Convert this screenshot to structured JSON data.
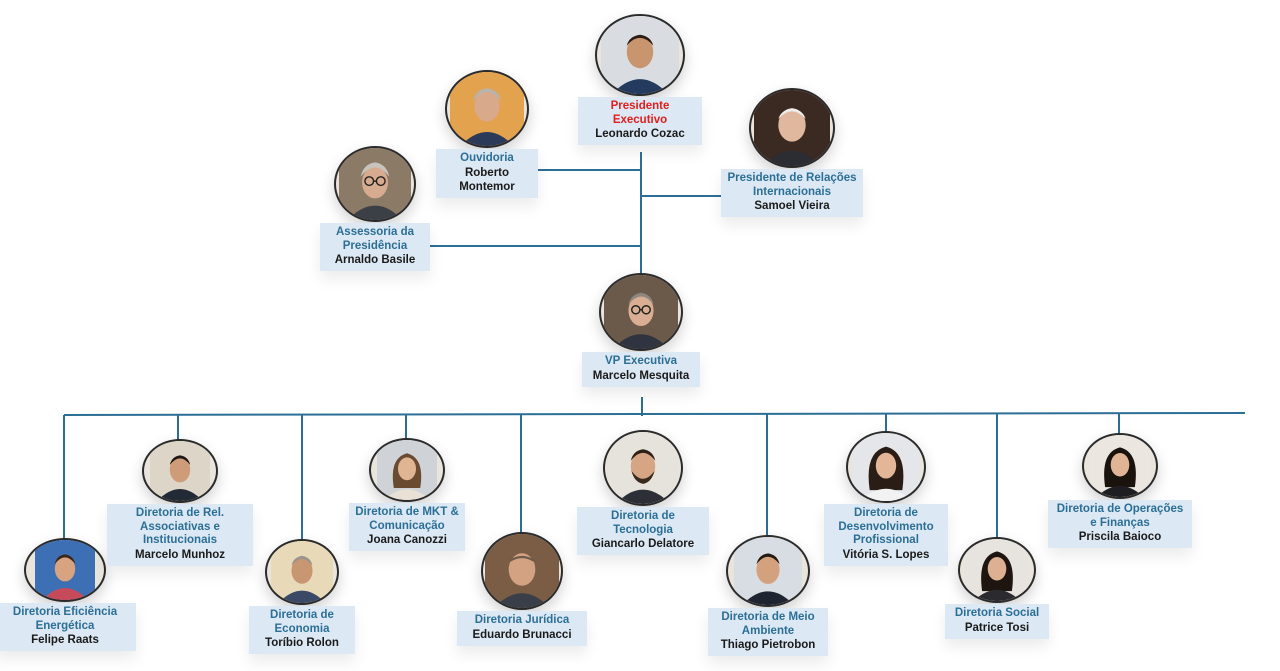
{
  "people": {
    "presidente": {
      "role": "Presidente Executivo",
      "name": "Leonardo Cozac",
      "photo": "portrait-man-dark-hair"
    },
    "ouvidoria": {
      "role": "Ouvidoria",
      "name": "Roberto Montemor",
      "photo": "portrait-man-gray-hair"
    },
    "relacoes": {
      "role": "Presidente de Relações Internacionais",
      "name": "Samoel Vieira",
      "photo": "portrait-man-white-hair"
    },
    "assessoria": {
      "role": "Assessoria da Presidência",
      "name": "Arnaldo Basile",
      "photo": "portrait-man-glasses"
    },
    "vp": {
      "role": "VP  Executiva",
      "name": "Marcelo Mesquita",
      "photo": "portrait-man-glasses"
    },
    "eficiencia": {
      "role": "Diretoria Eficiência Energética",
      "name": "Felipe Raats",
      "photo": "portrait-young-man"
    },
    "rel_assoc": {
      "role": "Diretoria de Rel. Associativas e Institucionais",
      "name": "Marcelo Munhoz",
      "photo": "portrait-man-dark-hair"
    },
    "economia": {
      "role": "Diretoria de Economia",
      "name": "Toríbio Rolon",
      "photo": "portrait-man-gray-hair"
    },
    "mkt": {
      "role": "Diretoria de MKT & Comunicação",
      "name": "Joana Canozzi",
      "photo": "portrait-woman-brown-hair"
    },
    "juridica": {
      "role": "Diretoria Jurídica",
      "name": "Eduardo Brunacci",
      "photo": "portrait-man-bald"
    },
    "tecnologia": {
      "role": "Diretoria de Tecnologia",
      "name": "Giancarlo Delatore",
      "photo": "portrait-man-beard"
    },
    "meio_ambiente": {
      "role": "Diretoria de Meio Ambiente",
      "name": "Thiago Pietrobon",
      "photo": "portrait-man-dark-hair"
    },
    "desenvolvimento": {
      "role": "Diretoria de Desenvolvimento Profissional",
      "name": "Vitória S. Lopes",
      "photo": "portrait-woman-dark-hair"
    },
    "social": {
      "role": "Diretoria Social",
      "name": "Patrice Tosi",
      "photo": "portrait-woman-dark-hair"
    },
    "operacoes": {
      "role": "Diretoria de Operações e Finanças",
      "name": "Priscila Baioco",
      "photo": "portrait-woman-dark-hair"
    }
  },
  "colors": {
    "line": "#2c6f96",
    "role": "#2c6f96",
    "role_highlight": "#e01e1e",
    "label_bg": "#dce8f3"
  }
}
